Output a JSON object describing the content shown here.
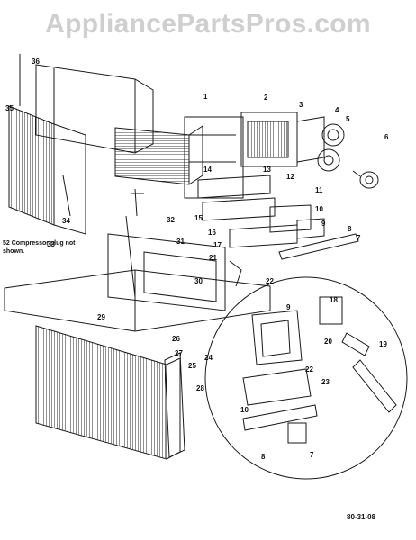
{
  "watermark": "AppliancePartsPros.com",
  "callouts": [
    "1",
    "2",
    "3",
    "4",
    "5",
    "6",
    "7",
    "8",
    "9",
    "10",
    "11",
    "12",
    "13",
    "14",
    "15",
    "16",
    "17",
    "18",
    "19",
    "20",
    "21",
    "22",
    "23",
    "24",
    "25",
    "26",
    "27",
    "28",
    "29",
    "30",
    "31",
    "32",
    "33",
    "34",
    "35",
    "36"
  ],
  "detail_callouts": [
    "9",
    "18",
    "19",
    "20",
    "22",
    "23",
    "10",
    "8",
    "7"
  ],
  "note": "52 Compressor plug not shown.",
  "figure_code": "80-31-08",
  "colors": {
    "ink": "#1a1a1a",
    "watermark": "#cfcfcf",
    "background": "#ffffff"
  }
}
